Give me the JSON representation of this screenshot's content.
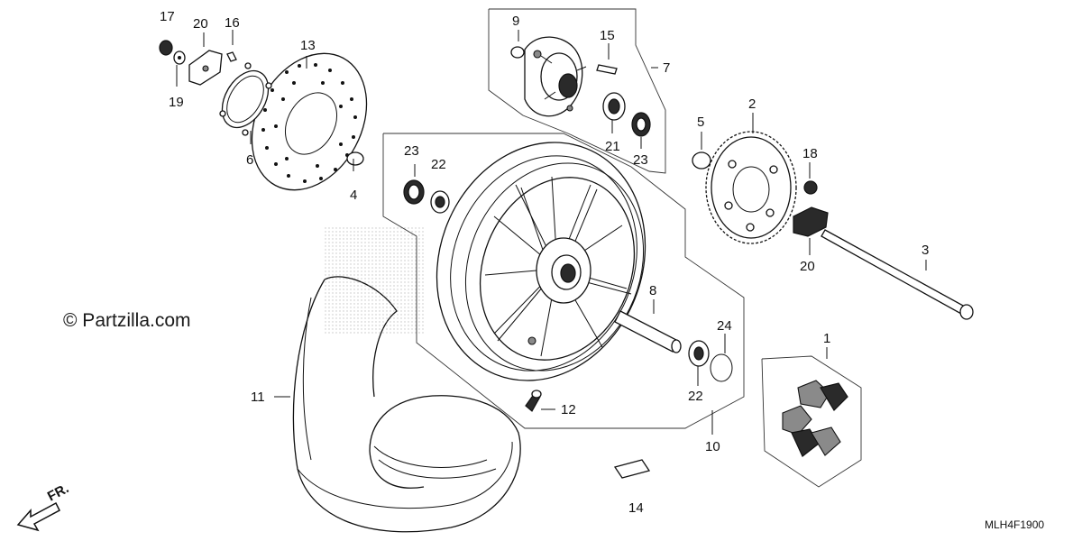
{
  "watermark": "© Partzilla.com",
  "diagram_code": "MLH4F1900",
  "direction_label": "FR.",
  "callouts": {
    "c1": "1",
    "c2": "2",
    "c3": "3",
    "c4": "4",
    "c5": "5",
    "c6": "6",
    "c7": "7",
    "c8": "8",
    "c9": "9",
    "c10": "10",
    "c11": "11",
    "c12": "12",
    "c13": "13",
    "c14": "14",
    "c15": "15",
    "c16": "16",
    "c17": "17",
    "c18": "18",
    "c19": "19",
    "c20a": "20",
    "c20b": "20",
    "c21": "21",
    "c22a": "22",
    "c22b": "22",
    "c23a": "23",
    "c23b": "23",
    "c24": "24"
  },
  "colors": {
    "ink": "#111111",
    "paper": "#ffffff",
    "shade": "#9a9a9a"
  }
}
